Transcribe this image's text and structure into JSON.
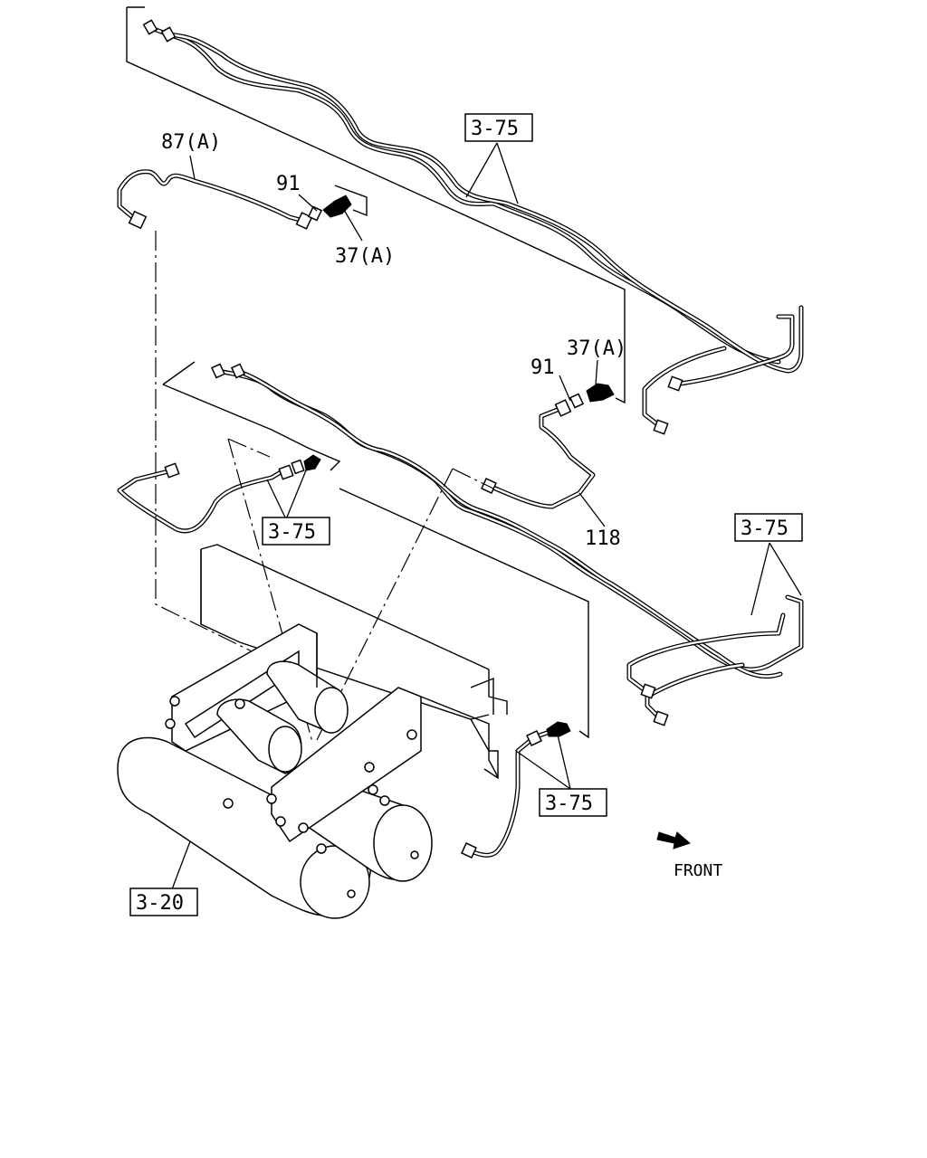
{
  "callouts": {
    "part_87a": "87(A)",
    "part_91_top": "91",
    "part_37a_top": "37(A)",
    "part_91_right": "91",
    "part_37a_right": "37(A)",
    "part_118": "118"
  },
  "references": {
    "ref_top": "3-75",
    "ref_mid_left": "3-75",
    "ref_right": "3-75",
    "ref_bottom": "3-75",
    "ref_tank": "3-20"
  },
  "orientation": {
    "front_label": "FRONT"
  }
}
